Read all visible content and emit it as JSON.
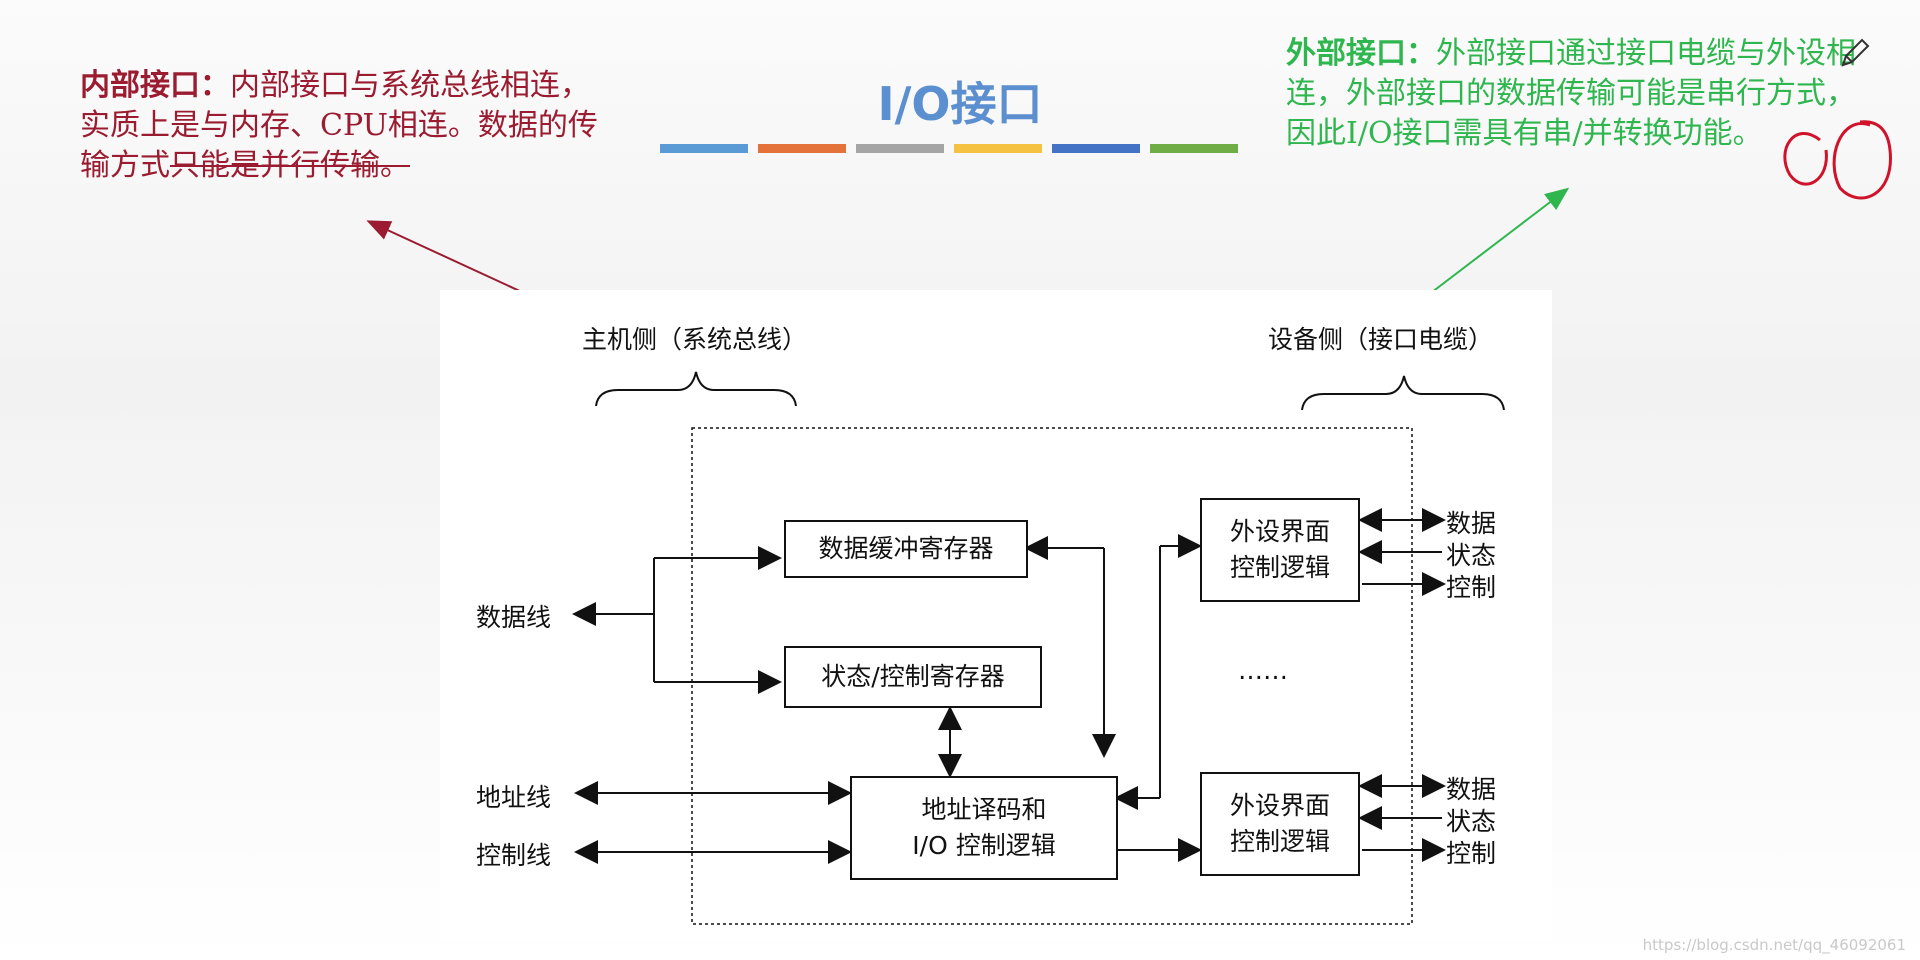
{
  "slide": {
    "title": "I/O接口",
    "accent_colors": [
      "#5b9bd5",
      "#e3733a",
      "#a5a5a5",
      "#f5c242",
      "#4472c4",
      "#70ad47"
    ]
  },
  "notes": {
    "internal": {
      "keyword": "内部接口：",
      "text": "内部接口与系统总线相连，实质上是与内存、CPU相连。数据的传输方式",
      "struck": "只能是并行传输。",
      "color": "#9b1b30"
    },
    "external": {
      "keyword": "外部接口：",
      "text": "外部接口通过接口电缆与外设相连，外部接口的数据传输可能是串行方式，因此I/O接口需具有串/并转换功能。",
      "color": "#2fb64f"
    }
  },
  "diagram": {
    "host_side_label": "主机侧（系统总线）",
    "device_side_label": "设备侧（接口电缆）",
    "data_line": "数据线",
    "address_line": "地址线",
    "control_line": "控制线",
    "data_buffer_register": "数据缓冲寄存器",
    "status_control_register": "状态/控制寄存器",
    "decode_logic_line1": "地址译码和",
    "decode_logic_line2": "I/O 控制逻辑",
    "peripheral_1_line1": "外设界面",
    "peripheral_1_line2": "控制逻辑",
    "peripheral_2_line1": "外设界面",
    "peripheral_2_line2": "控制逻辑",
    "ellipsis": "……",
    "dev1_data": "数据",
    "dev1_status": "状态",
    "dev1_control": "控制",
    "dev2_data": "数据",
    "dev2_status": "状态",
    "dev2_control": "控制"
  },
  "watermark": "https://blog.csdn.net/qq_46092061"
}
